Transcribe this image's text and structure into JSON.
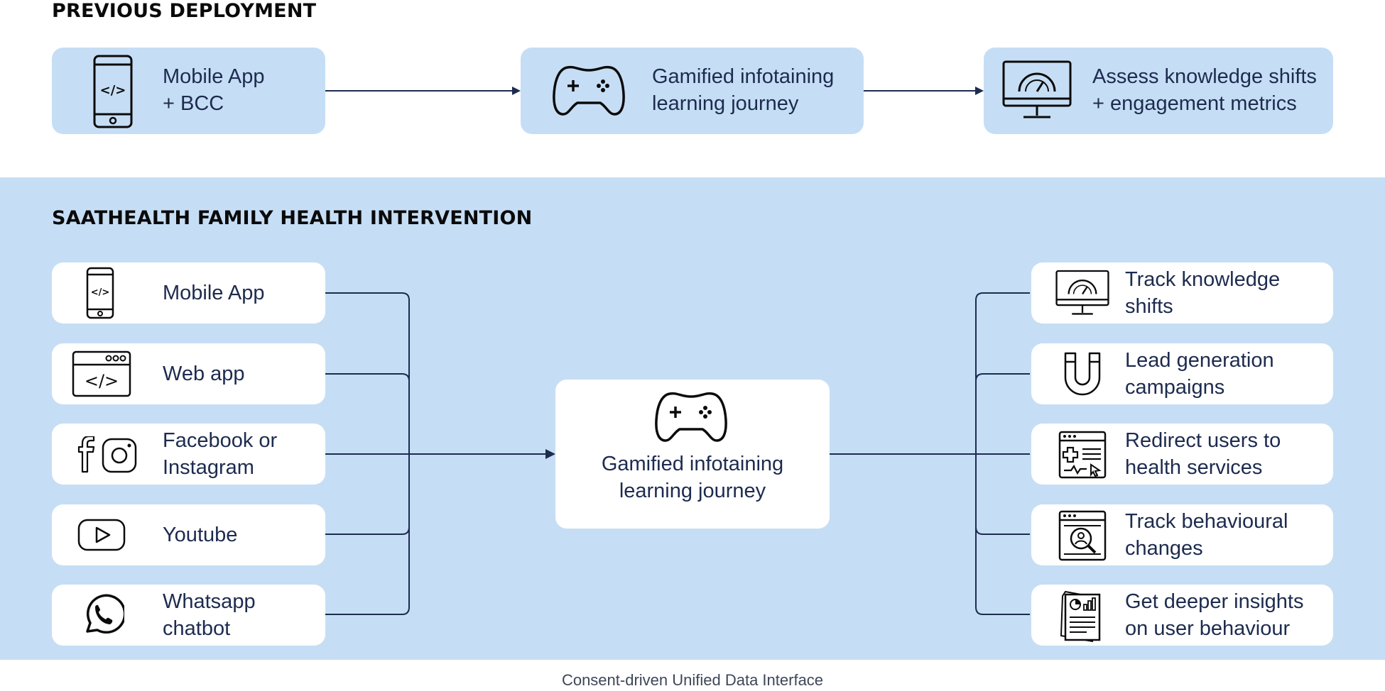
{
  "previous": {
    "title": "PREVIOUS DEPLOYMENT",
    "steps": [
      {
        "label": "Mobile App\n+ BCC",
        "icon": "mobile-code-icon"
      },
      {
        "label": "Gamified infotaining\nlearning journey",
        "icon": "gamepad-icon"
      },
      {
        "label": "Assess knowledge shifts\n+ engagement metrics",
        "icon": "monitor-gauge-icon"
      }
    ]
  },
  "intervention": {
    "title": "SAATHEALTH FAMILY HEALTH INTERVENTION",
    "channels": [
      {
        "label": "Mobile App",
        "icon": "mobile-code-icon"
      },
      {
        "label": "Web app",
        "icon": "browser-code-icon"
      },
      {
        "label": "Facebook or\nInstagram",
        "icon": "facebook-instagram-icon"
      },
      {
        "label": "Youtube",
        "icon": "youtube-icon"
      },
      {
        "label": "Whatsapp\nchatbot",
        "icon": "whatsapp-icon"
      }
    ],
    "center": {
      "label": "Gamified infotaining\nlearning journey",
      "icon": "gamepad-icon"
    },
    "outcomes": [
      {
        "label": "Track knowledge\nshifts",
        "icon": "monitor-gauge-icon"
      },
      {
        "label": "Lead generation\ncampaigns",
        "icon": "magnet-icon"
      },
      {
        "label": "Redirect users to\nhealth services",
        "icon": "health-browser-icon"
      },
      {
        "label": "Track behavioural\nchanges",
        "icon": "user-search-icon"
      },
      {
        "label": "Get deeper insights\non user behaviour",
        "icon": "report-chart-icon"
      }
    ]
  },
  "footer": "Consent-driven Unified Data Interface",
  "colors": {
    "box_blue": "#c6def5",
    "line": "#1d2b4f",
    "text": "#1d2b4f"
  }
}
